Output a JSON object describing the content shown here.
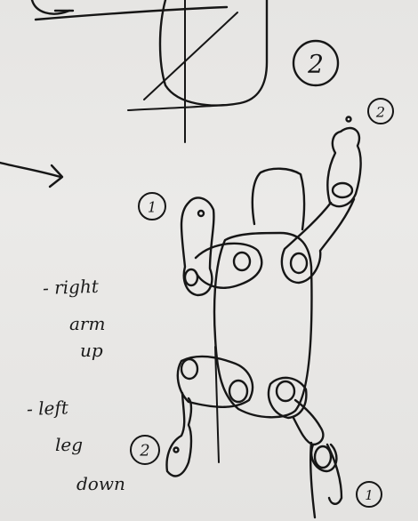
{
  "notes": {
    "arm_line1": "- right",
    "arm_line2": "arm",
    "arm_line3": "up",
    "leg_line1": "- left",
    "leg_line2": "leg",
    "leg_line3": "down"
  },
  "badges": {
    "top_sketch": "2",
    "right_hand": "2",
    "left_hand": "1",
    "left_foot": "2",
    "right_foot": "1"
  },
  "colors": {
    "paper": "#e9e8e6",
    "ink": "#161616"
  }
}
